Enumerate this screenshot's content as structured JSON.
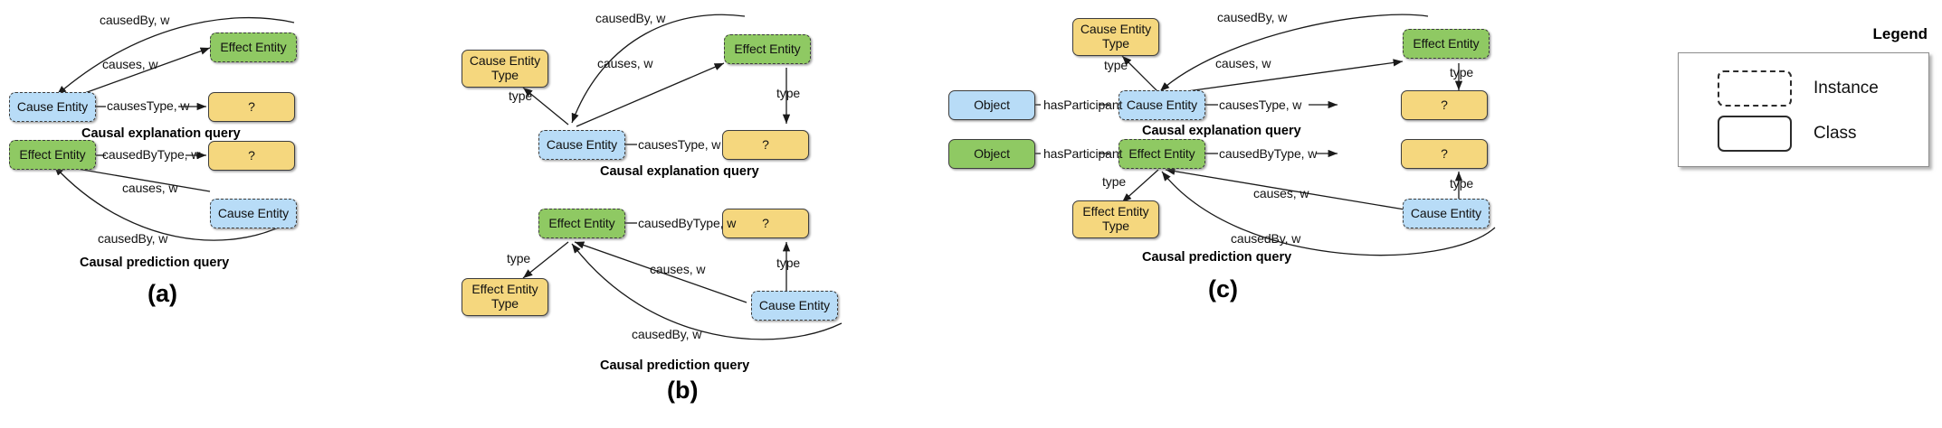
{
  "figure": {
    "caption_explanation": "Causal explanation query",
    "caption_prediction": "Causal prediction query"
  },
  "labels": {
    "causedBy": "causedBy, w",
    "causes": "causes, w",
    "causesType": "causesType, w",
    "causedByType": "causedByType, w",
    "type": "type",
    "hasParticipant": "hasParticipant"
  },
  "nodes": {
    "cause_entity": "Cause Entity",
    "effect_entity": "Effect Entity",
    "cause_entity_type": "Cause Entity Type",
    "effect_entity_type": "Effect Entity Type",
    "unknown": "?",
    "object": "Object"
  },
  "panels": [
    {
      "id": "a",
      "letter": "(a)"
    },
    {
      "id": "b",
      "letter": "(b)"
    },
    {
      "id": "c",
      "letter": "(c)"
    }
  ],
  "legend": {
    "title": "Legend",
    "items": [
      {
        "shape": "dashed",
        "label": "Instance"
      },
      {
        "shape": "solid",
        "label": "Class"
      }
    ]
  },
  "colors": {
    "cause_instance": "#b8dcf7",
    "effect_instance": "#8fc963",
    "class_node": "#f5d77e",
    "stroke": "#3d3d3d"
  }
}
